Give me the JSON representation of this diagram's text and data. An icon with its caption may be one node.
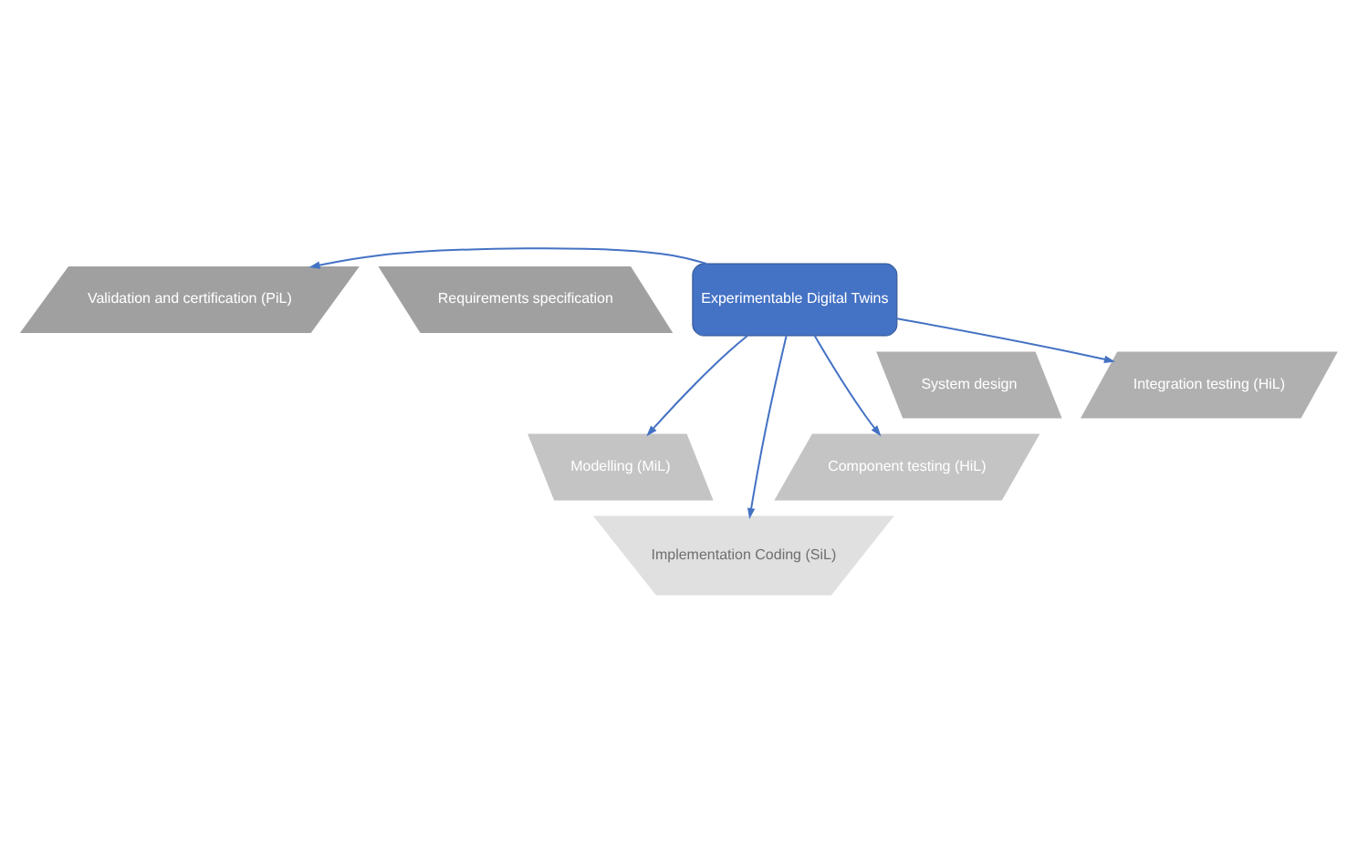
{
  "diagram": {
    "nodes": [
      {
        "text": [
          "Experimentable Digital Twins"
        ]
      },
      {
        "text": [
          "Requirements specification"
        ]
      },
      {
        "text": [
          "System design"
        ]
      },
      {
        "text": [
          "Modelling (MiL)"
        ]
      },
      {
        "text": [
          "Implementation Coding (SiL)"
        ]
      },
      {
        "text": [
          "Component testing (HiL)"
        ]
      },
      {
        "text": [
          "Integration testing (HiL)"
        ]
      },
      {
        "text": [
          "Validation and certification (PiL)"
        ]
      }
    ],
    "edges": [
      {
        "from": 0,
        "to": 7,
        "arrow": "to"
      },
      {
        "from": 0,
        "to": 6,
        "arrow": "to"
      },
      {
        "from": 0,
        "to": 5,
        "arrow": "to"
      },
      {
        "from": 0,
        "to": 4,
        "arrow": "to"
      },
      {
        "from": 0,
        "to": 3,
        "arrow": "to"
      }
    ]
  }
}
